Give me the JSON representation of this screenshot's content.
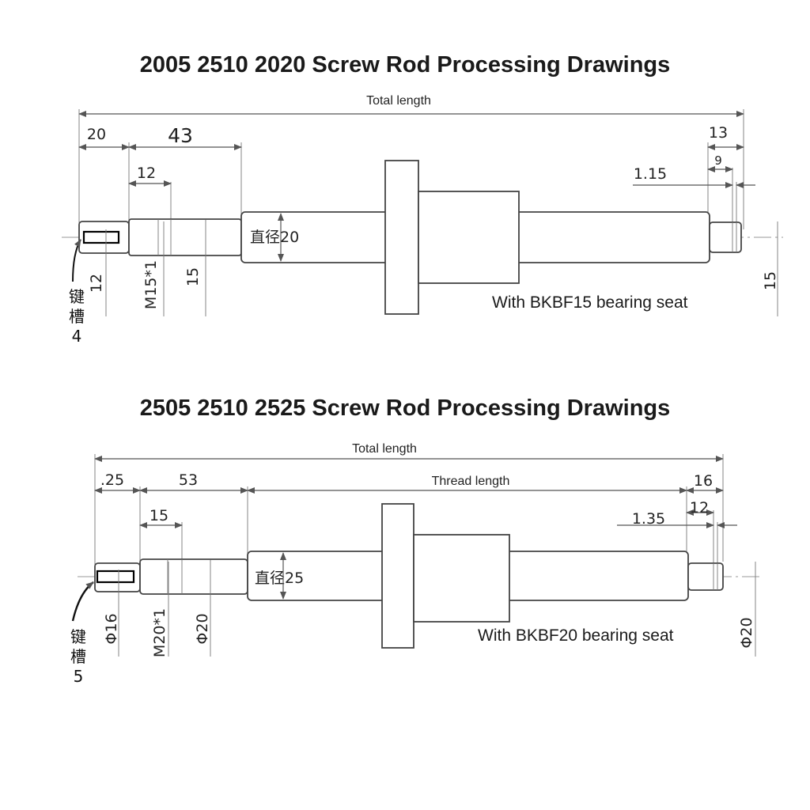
{
  "drawing1": {
    "title": "2005 2510 2020 Screw Rod Processing Drawings",
    "total_length_label": "Total length",
    "dims": {
      "d20": "20",
      "d43": "43",
      "d12_top": "12",
      "d13": "13",
      "d9": "9",
      "d1_15": "1.15",
      "d12_side": "12",
      "m15": "M15*1",
      "d15_left": "15",
      "d15_right": "15"
    },
    "diameter_label": "直径20",
    "keyway_label": [
      "键",
      "槽",
      "4"
    ],
    "bearing_note": "With BKBF15 bearing seat"
  },
  "drawing2": {
    "title": "2505 2510 2525 Screw Rod Processing Drawings",
    "total_length_label": "Total length",
    "thread_length_label": "Thread length",
    "dims": {
      "d25": ".25",
      "d53": "53",
      "d15_top": "15",
      "d16": "16",
      "d12": "12",
      "d1_35": "1.35",
      "phi16": "Φ16",
      "m20": "M20*1",
      "phi20_left": "Φ20",
      "phi20_right": "Φ20"
    },
    "diameter_label": "直径25",
    "keyway_label": [
      "键",
      "槽",
      "5"
    ],
    "bearing_note": "With BKBF20 bearing seat"
  }
}
